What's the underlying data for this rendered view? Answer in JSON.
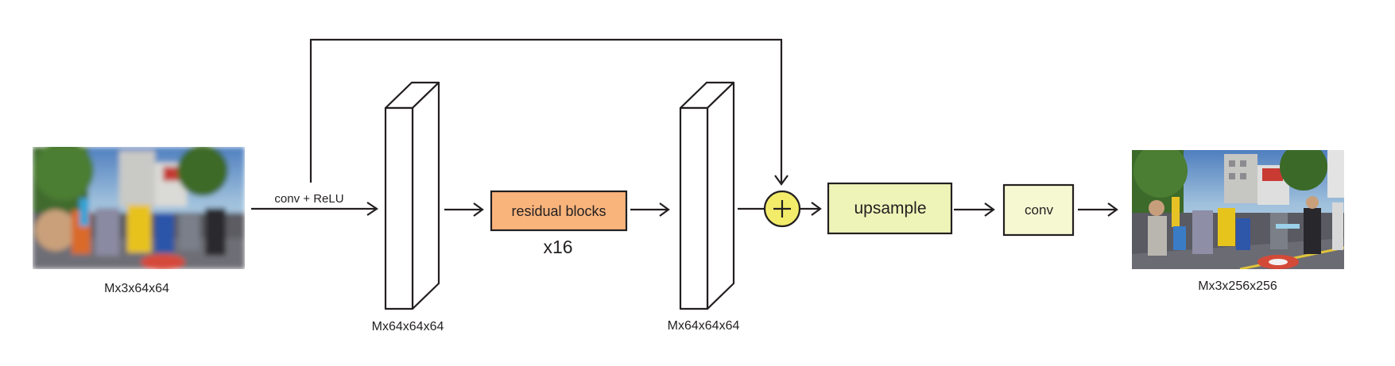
{
  "input_label": "Mx3x64x64",
  "op_conv_relu": "conv + ReLU",
  "feature_map_1_label": "Mx64x64x64",
  "residual_label": "residual blocks",
  "residual_repeat": "x16",
  "feature_map_2_label": "Mx64x64x64",
  "upsample_label": "upsample",
  "conv_label": "conv",
  "output_label": "Mx3x256x256",
  "colors": {
    "stroke": "#231f20",
    "residual_fill": "#f9b47c",
    "sum_fill": "#f2ec6a",
    "upsample_fill": "#eef4b8",
    "conv_fill": "#f6f8d2"
  }
}
